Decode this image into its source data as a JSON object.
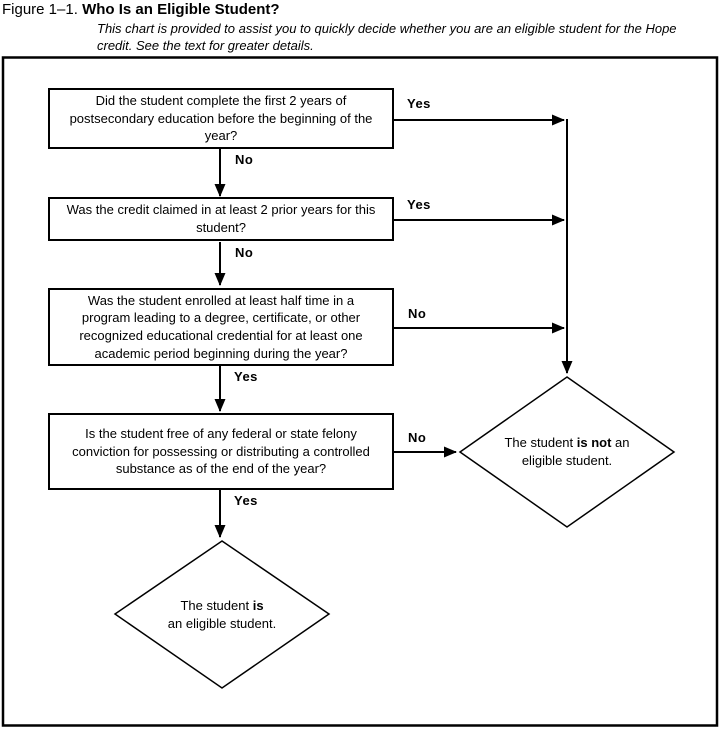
{
  "header": {
    "figure_label": "Figure 1–1.",
    "title": "Who Is an Eligible Student?",
    "subtitle": "This chart is provided to assist you to quickly decide whether you are an eligible student for the Hope credit. See the text for greater details."
  },
  "flowchart": {
    "questions": [
      {
        "text": "Did the student complete the first 2 years of postsecondary education before the beginning of the year?",
        "right_label": "Yes",
        "down_label": "No"
      },
      {
        "text": "Was the credit claimed in at least 2 prior years for this student?",
        "right_label": "Yes",
        "down_label": "No"
      },
      {
        "text": "Was the student enrolled at least half time in a program leading to a degree, certificate, or other recognized educational credential for at least one academic period beginning during the year?",
        "right_label": "No",
        "down_label": "Yes"
      },
      {
        "text": "Is the student free of any federal or state felony conviction for possessing or distributing a controlled substance as of the end of the year?",
        "right_label": "No",
        "down_label": "Yes"
      }
    ],
    "outcomes": {
      "not_eligible": {
        "pre": "The student ",
        "bold": "is not",
        "post": " an",
        "line2": "eligible student."
      },
      "eligible": {
        "pre": "The student ",
        "bold": "is",
        "post": "",
        "line2": "an eligible student."
      }
    },
    "colors": {
      "line": "#000000",
      "background": "#ffffff"
    }
  }
}
